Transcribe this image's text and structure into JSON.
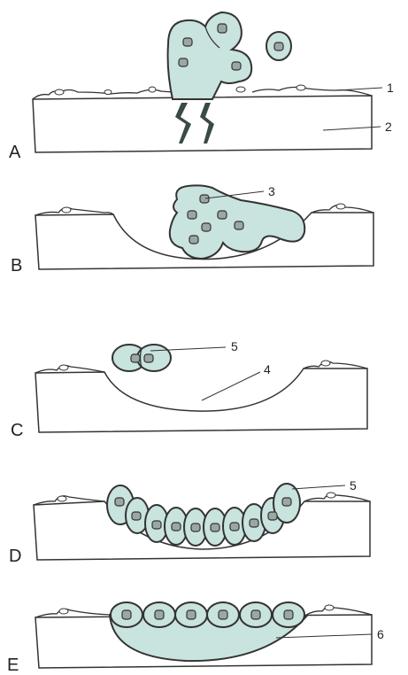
{
  "colors": {
    "cell_fill": "#c9e3de",
    "nucleus_fill": "#9aa8a4",
    "stroke": "#333333",
    "crack": "#3a4a46",
    "background": "#ffffff"
  },
  "panels": [
    {
      "letter": "A",
      "callouts": [
        "1",
        "2"
      ]
    },
    {
      "letter": "B",
      "callouts": [
        "3"
      ]
    },
    {
      "letter": "C",
      "callouts": [
        "5",
        "4"
      ]
    },
    {
      "letter": "D",
      "callouts": [
        "5"
      ]
    },
    {
      "letter": "E",
      "callouts": [
        "6"
      ]
    }
  ]
}
